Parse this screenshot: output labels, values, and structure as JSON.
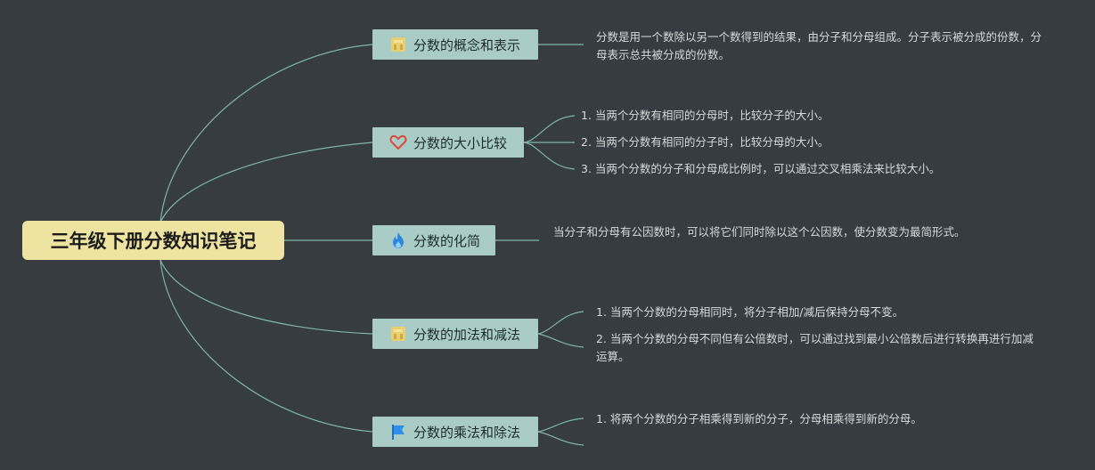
{
  "root": {
    "title": "三年级下册分数知识笔记"
  },
  "branches": [
    {
      "label": "分数的概念和表示",
      "icon": "gold-building-icon",
      "leaves": [
        "分数是用一个数除以另一个数得到的结果，由分子和分母组成。分子表示被分成的份数，分母表示总共被分成的份数。"
      ]
    },
    {
      "label": "分数的大小比较",
      "icon": "heart-outline-icon",
      "leaves": [
        "1. 当两个分数有相同的分母时，比较分子的大小。",
        "2. 当两个分数有相同的分子时，比较分母的大小。",
        "3. 当两个分数的分子和分母成比例时，可以通过交叉相乘法来比较大小。"
      ]
    },
    {
      "label": "分数的化简",
      "icon": "fire-icon",
      "leaves": [
        "当分子和分母有公因数时，可以将它们同时除以这个公因数，使分数变为最简形式。"
      ]
    },
    {
      "label": "分数的加法和减法",
      "icon": "gold-building-icon",
      "leaves": [
        "1. 当两个分数的分母相同时，将分子相加/减后保持分母不变。",
        "2. 当两个分数的分母不同但有公倍数时，可以通过找到最小公倍数后进行转换再进行加减运算。"
      ]
    },
    {
      "label": "分数的乘法和除法",
      "icon": "blue-flag-icon",
      "leaves": [
        "1. 将两个分数的分子相乘得到新的分子，分母相乘得到新的分母。",
        ""
      ]
    }
  ],
  "colors": {
    "background": "#363c3f",
    "root_fill": "#efe3a2",
    "branch_fill": "#a9cdc6",
    "connector": "#7fb5aa",
    "leaf_text": "#d6dadb"
  }
}
